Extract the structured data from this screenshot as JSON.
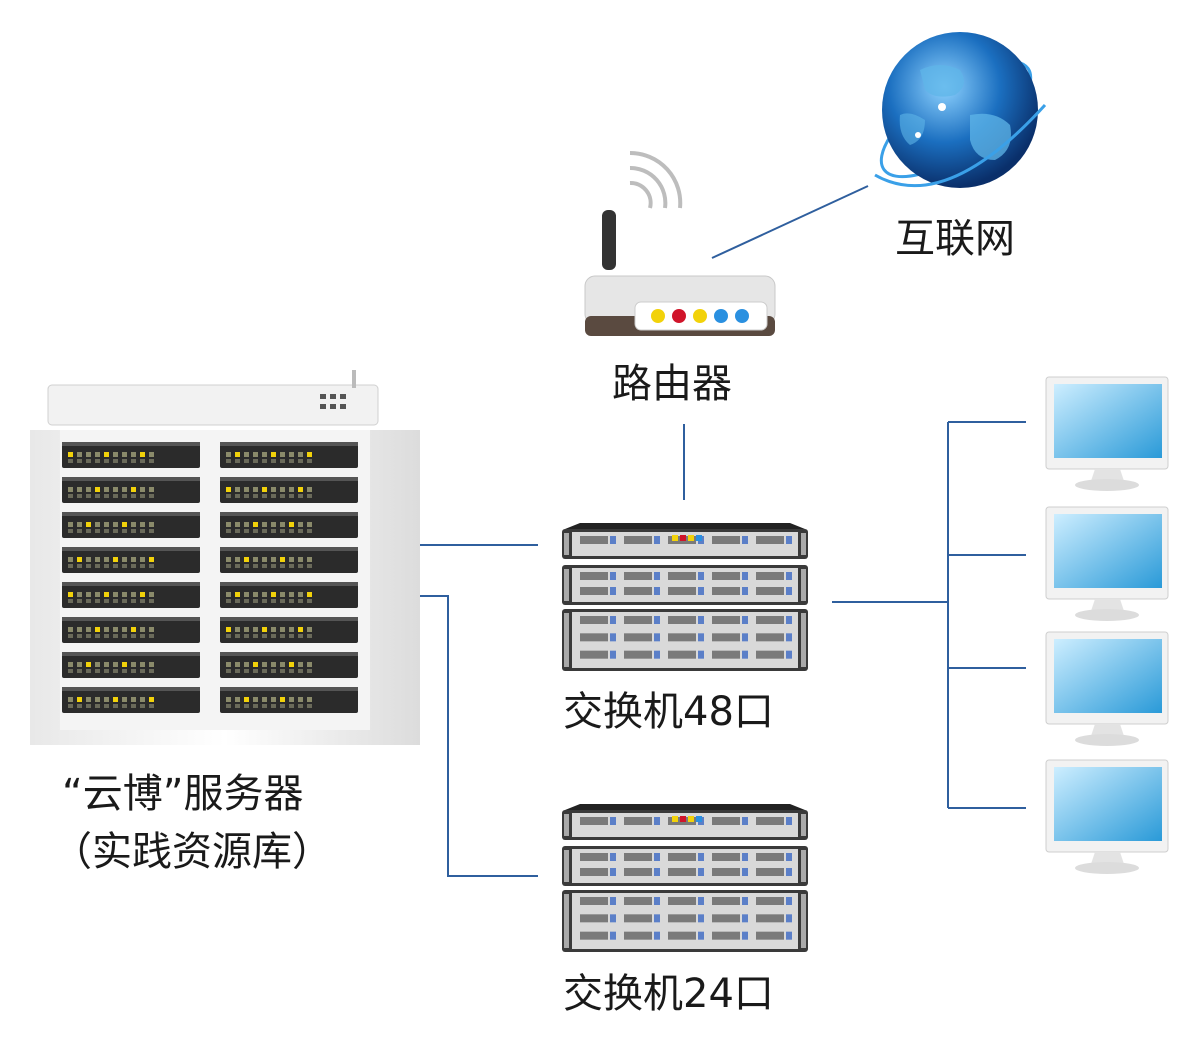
{
  "labels": {
    "internet": "互联网",
    "router": "路由器",
    "server_line1": "“云博”服务器",
    "server_line2": "（实践资源库）",
    "switch48": "交换机48口",
    "switch24": "交换机24口"
  },
  "colors": {
    "connector": "#2f5f9e",
    "globe": "#1b6fc0",
    "screen": "#2a9ad8",
    "rack_slot": "#2b2b2b",
    "led": "#f2d20a"
  },
  "icons": {
    "internet": "globe-icon",
    "router": "router-icon",
    "server": "server-rack-icon",
    "switch": "switch-stack-icon",
    "monitor": "monitor-icon"
  },
  "monitors_count": 4
}
